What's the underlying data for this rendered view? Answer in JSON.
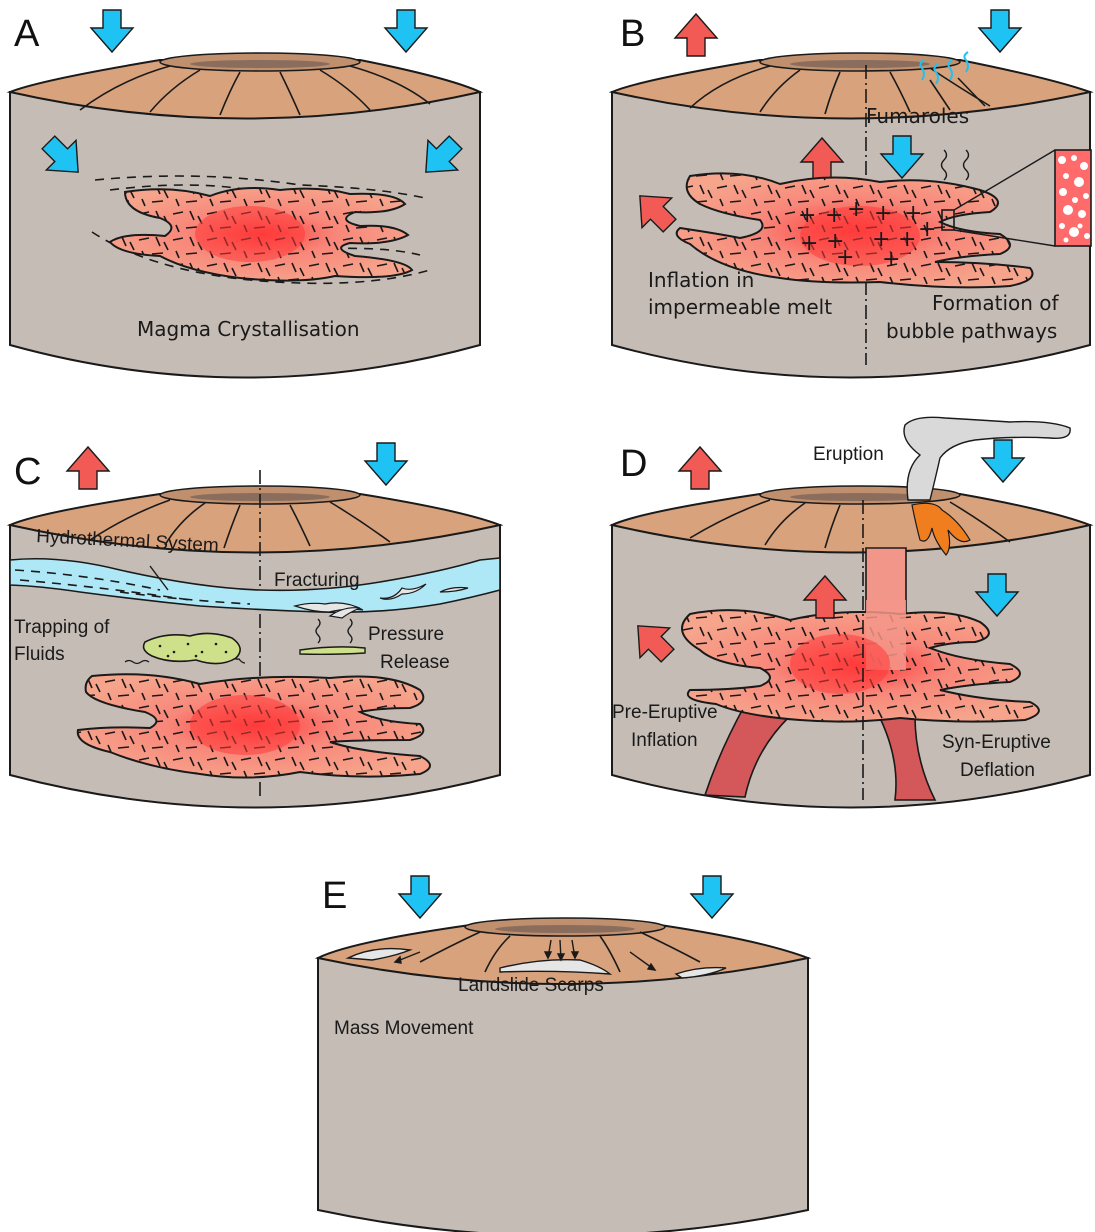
{
  "panels": {
    "a": {
      "letter": "A",
      "caption": "Magma Crystallisation"
    },
    "b": {
      "letter": "B",
      "fumaroles": "Fumaroles",
      "inflation_1": "Inflation in",
      "inflation_2": "impermeable melt",
      "formation_1": "Formation of",
      "formation_2": "bubble pathways"
    },
    "c": {
      "letter": "C",
      "hydrothermal": "Hydrothermal System",
      "fracturing": "Fracturing",
      "trapping_1": "Trapping of",
      "trapping_2": "Fluids",
      "pressure_1": "Pressure",
      "pressure_2": "Release"
    },
    "d": {
      "letter": "D",
      "eruption": "Eruption",
      "pre_1": "Pre-Eruptive",
      "pre_2": "Inflation",
      "syn_1": "Syn-Eruptive",
      "syn_2": "Deflation"
    },
    "e": {
      "letter": "E",
      "landslide": "Landslide Scarps",
      "mass": "Mass Movement"
    }
  },
  "colors": {
    "uplift_arrow": "#f25a55",
    "subsidence_arrow": "#1ec3f4",
    "edifice_surface": "#d8a27c",
    "crust": "#c5bcb5",
    "magma_core": "#ff3b3b",
    "magma_rim": "#f6a48c",
    "hydrothermal": "#aee7f5",
    "trapped_fluids": "#cfe08a",
    "lava_flow": "#f07d1e",
    "plume": "#d9d9d9",
    "conduit": "#d4585a"
  }
}
